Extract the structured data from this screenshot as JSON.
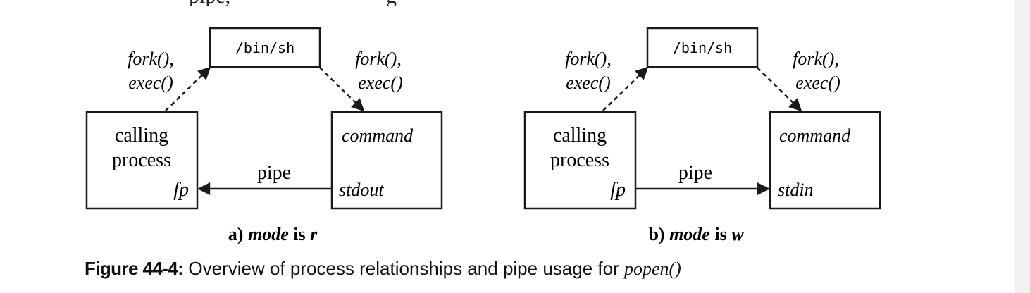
{
  "cut_text": {
    "left_fragment": "pipe,",
    "right_fragment": "g"
  },
  "panel_a": {
    "shell": "/bin/sh",
    "left_arrow_label": [
      "fork(),",
      "exec()"
    ],
    "right_arrow_label": [
      "fork(),",
      "exec()"
    ],
    "calling_box": [
      "calling",
      "process"
    ],
    "fp": "fp",
    "command": "command",
    "stream": "stdout",
    "pipe": "pipe",
    "caption_prefix": "a)",
    "caption_mode": "mode",
    "caption_is": "is",
    "caption_value": "r"
  },
  "panel_b": {
    "shell": "/bin/sh",
    "left_arrow_label": [
      "fork(),",
      "exec()"
    ],
    "right_arrow_label": [
      "fork(),",
      "exec()"
    ],
    "calling_box": [
      "calling",
      "process"
    ],
    "fp": "fp",
    "command": "command",
    "stream": "stdin",
    "pipe": "pipe",
    "caption_prefix": "b)",
    "caption_mode": "mode",
    "caption_is": "is",
    "caption_value": "w"
  },
  "caption": {
    "label": "Figure 44-4:",
    "text": " Overview of process relationships and pipe usage for ",
    "function": "popen()"
  },
  "colors": {
    "ink": "#1a1a1a",
    "scrollbar": "#f1f1f1"
  }
}
